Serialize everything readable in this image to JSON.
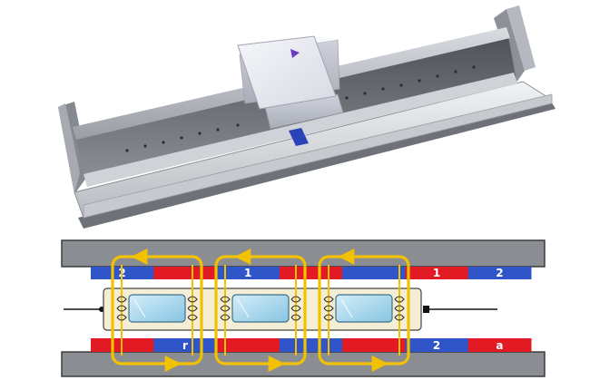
{
  "colors": {
    "background": "#ffffff",
    "rail_gray": "#7e8288",
    "rail_light": "#c9ccd1",
    "carriage": "#e7e9ef",
    "indicator": "#6a37c8",
    "stripe": "#2b43b8",
    "stator_gray": "#8a8d91",
    "magnet_blue": "#2f55c9",
    "magnet_red": "#e21a24",
    "coil_gold": "#f2c200",
    "coil_fill": "#a9d9ee",
    "mover_bg": "#f4eed7",
    "lead_line": "#111111"
  },
  "icons": {
    "carriage_marker": "triangle-pointer-icon",
    "coil_end": "copper-winding-icon",
    "terminal": "terminal-dot-icon"
  },
  "top_magnets": [
    {
      "pole": "blue",
      "label": "2"
    },
    {
      "pole": "red",
      "label": ""
    },
    {
      "pole": "blue",
      "label": "1"
    },
    {
      "pole": "red",
      "label": ""
    },
    {
      "pole": "blue",
      "label": ""
    },
    {
      "pole": "red",
      "label": "1"
    },
    {
      "pole": "blue",
      "label": "2"
    }
  ],
  "bottom_magnets": [
    {
      "pole": "red",
      "label": ""
    },
    {
      "pole": "blue",
      "label": "r"
    },
    {
      "pole": "red",
      "label": ""
    },
    {
      "pole": "blue",
      "label": ""
    },
    {
      "pole": "red",
      "label": ""
    },
    {
      "pole": "blue",
      "label": "2"
    },
    {
      "pole": "red",
      "label": "a"
    }
  ],
  "coils": [
    {
      "name": "coil-1"
    },
    {
      "name": "coil-2"
    },
    {
      "name": "coil-3"
    }
  ]
}
